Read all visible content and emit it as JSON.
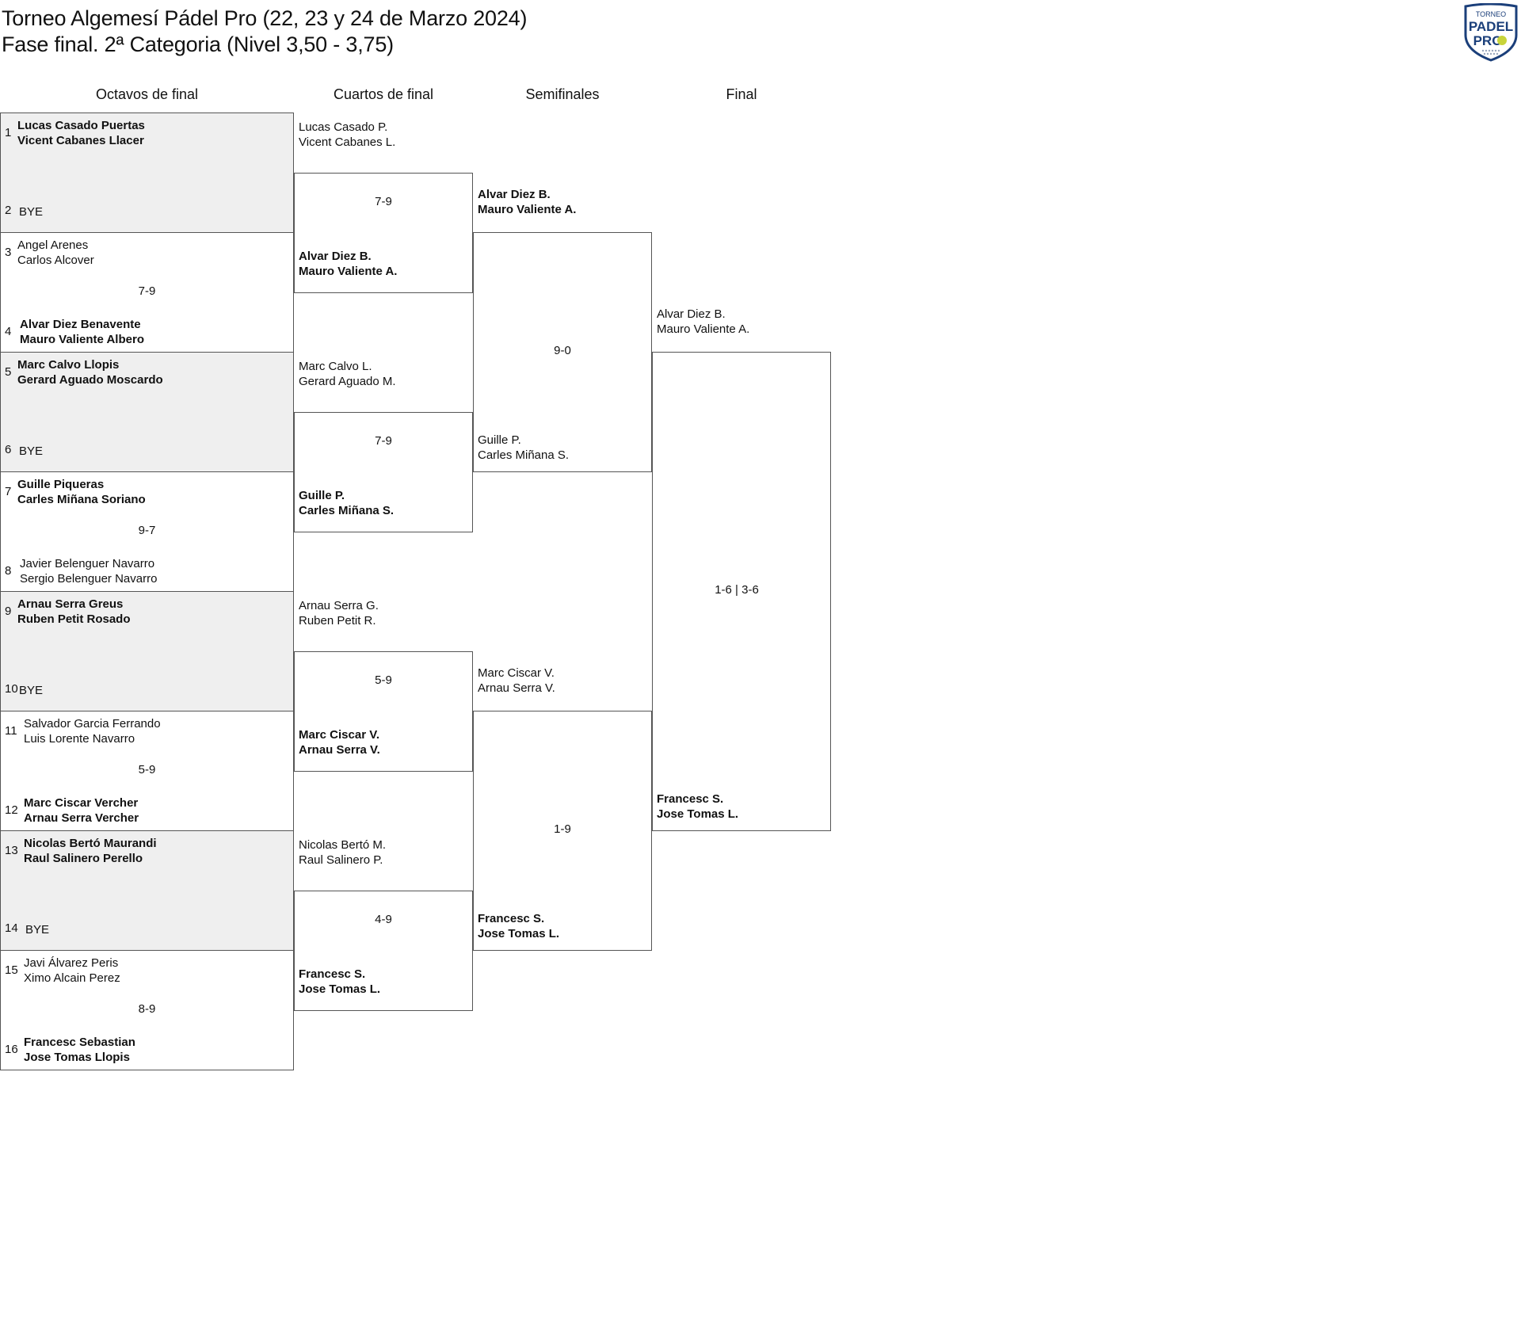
{
  "header": {
    "line1": "Torneo Algemesí Pádel Pro (22, 23 y 24 de Marzo 2024)",
    "line2": "Fase final. 2ª Categoria (Nivel 3,50 - 3,75)"
  },
  "logo": {
    "top": "TORNEO",
    "middle": "PADEL",
    "bottom": "PRO"
  },
  "columns": [
    "Octavos de final",
    "Cuartos de final",
    "Semifinales",
    "Final"
  ],
  "r16": [
    {
      "seedA": "1",
      "a1": "Lucas Casado Puertas",
      "a2": "Vicent Cabanes Llacer",
      "seedB": "2",
      "b1": "BYE",
      "b2": "",
      "score": "",
      "winner": "A"
    },
    {
      "seedA": "3",
      "a1": "Angel Arenes",
      "a2": "Carlos Alcover",
      "seedB": "4",
      "b1": "Alvar Diez Benavente",
      "b2": "Mauro Valiente Albero",
      "score": "7-9",
      "winner": "B"
    },
    {
      "seedA": "5",
      "a1": "Marc Calvo Llopis",
      "a2": "Gerard Aguado Moscardo",
      "seedB": "6",
      "b1": "BYE",
      "b2": "",
      "score": "",
      "winner": "A"
    },
    {
      "seedA": "7",
      "a1": "Guille Piqueras",
      "a2": "Carles Miñana Soriano",
      "seedB": "8",
      "b1": "Javier Belenguer Navarro",
      "b2": "Sergio Belenguer Navarro",
      "score": "9-7",
      "winner": "A"
    },
    {
      "seedA": "9",
      "a1": "Arnau Serra Greus",
      "a2": "Ruben Petit Rosado",
      "seedB": "10",
      "b1": "BYE",
      "b2": "",
      "score": "",
      "winner": "A"
    },
    {
      "seedA": "11",
      "a1": "Salvador Garcia Ferrando",
      "a2": "Luis Lorente Navarro",
      "seedB": "12",
      "b1": "Marc Ciscar Vercher",
      "b2": "Arnau Serra Vercher",
      "score": "5-9",
      "winner": "B"
    },
    {
      "seedA": "13",
      "a1": "Nicolas Bertó Maurandi",
      "a2": "Raul Salinero Perello",
      "seedB": "14",
      "b1": "BYE",
      "b2": "",
      "score": "",
      "winner": "A"
    },
    {
      "seedA": "15",
      "a1": "Javi Álvarez Peris",
      "a2": "Ximo Alcain Perez",
      "seedB": "16",
      "b1": "Francesc Sebastian",
      "b2": "Jose Tomas Llopis",
      "score": "8-9",
      "winner": "B"
    }
  ],
  "qf": [
    {
      "a1": "Lucas Casado P.",
      "a2": "Vicent Cabanes L.",
      "b1": "Alvar Diez B.",
      "b2": "Mauro Valiente A.",
      "score": "7-9",
      "winner": "B"
    },
    {
      "a1": "Marc Calvo L.",
      "a2": "Gerard Aguado M.",
      "b1": "Guille P.",
      "b2": "Carles Miñana S.",
      "score": "7-9",
      "winner": "B"
    },
    {
      "a1": "Arnau Serra G.",
      "a2": "Ruben Petit R.",
      "b1": "Marc Ciscar V.",
      "b2": "Arnau Serra V.",
      "score": "5-9",
      "winner": "B"
    },
    {
      "a1": "Nicolas Bertó M.",
      "a2": "Raul Salinero P.",
      "b1": "Francesc S.",
      "b2": "Jose Tomas L.",
      "score": "4-9",
      "winner": "B"
    }
  ],
  "sf": [
    {
      "a1": "Alvar Diez B.",
      "a2": "Mauro Valiente A.",
      "b1": "Guille P.",
      "b2": "Carles Miñana S.",
      "score": "9-0",
      "winner": "A"
    },
    {
      "a1": "Marc Ciscar V.",
      "a2": "Arnau Serra V.",
      "b1": "Francesc S.",
      "b2": "Jose Tomas L.",
      "score": "1-9",
      "winner": "B"
    }
  ],
  "final": {
    "a1": "Alvar Diez B.",
    "a2": "Mauro Valiente A.",
    "b1": "Francesc S.",
    "b2": "Jose Tomas L.",
    "score": "1-6 | 3-6",
    "winner": "B"
  }
}
